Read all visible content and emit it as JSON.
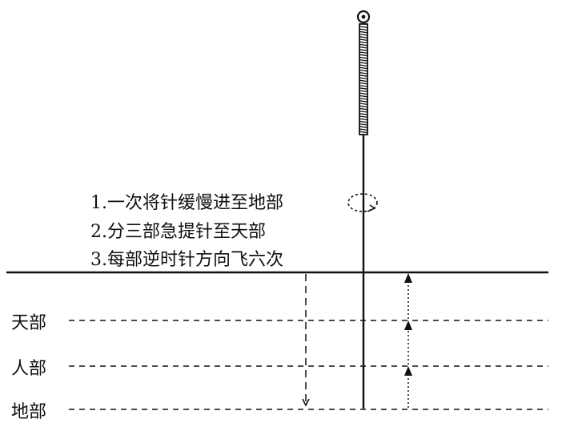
{
  "diagram": {
    "steps": [
      "1.一次将针缓慢进至地部",
      "2.分三部急提针至天部",
      "3.每部逆时针方向飞六次"
    ],
    "levels": [
      "天部",
      "人部",
      "地部"
    ],
    "line_color": "#111111"
  }
}
